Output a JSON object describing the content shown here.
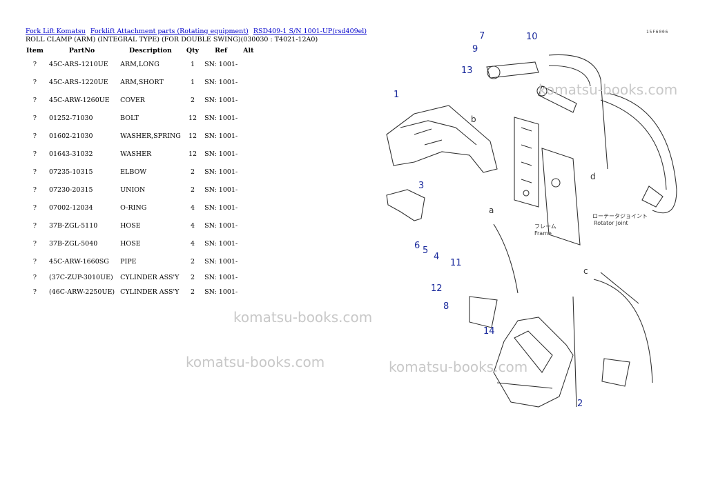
{
  "breadcrumb": {
    "link1": "Fork Lift Komatsu",
    "link2": "Forklift Attachment parts (Rotating equipment)",
    "link3": "RSD409-1 S/N 1001-UP(rsd409el)"
  },
  "subtitle": "ROLL CLAMP (ARM) (INTEGRAL TYPE) (FOR DOUBLE SWING)(030030 : T4021-12A0)",
  "table": {
    "headers": {
      "item": "Item",
      "partno": "PartNo",
      "description": "Description",
      "qty": "Qty",
      "ref": "Ref",
      "alt": "Alt"
    },
    "rows": [
      {
        "item": "?",
        "partno": "45C-ARS-1210UE",
        "description": "ARM,LONG",
        "qty": "1",
        "ref": "SN: 1001-"
      },
      {
        "item": "?",
        "partno": "45C-ARS-1220UE",
        "description": "ARM,SHORT",
        "qty": "1",
        "ref": "SN: 1001-"
      },
      {
        "item": "?",
        "partno": "45C-ARW-1260UE",
        "description": "COVER",
        "qty": "2",
        "ref": "SN: 1001-"
      },
      {
        "item": "?",
        "partno": "01252-71030",
        "description": "BOLT",
        "qty": "12",
        "ref": "SN: 1001-"
      },
      {
        "item": "?",
        "partno": "01602-21030",
        "description": "WASHER,SPRING",
        "qty": "12",
        "ref": "SN: 1001-"
      },
      {
        "item": "?",
        "partno": "01643-31032",
        "description": "WASHER",
        "qty": "12",
        "ref": "SN: 1001-"
      },
      {
        "item": "?",
        "partno": "07235-10315",
        "description": "ELBOW",
        "qty": "2",
        "ref": "SN: 1001-"
      },
      {
        "item": "?",
        "partno": "07230-20315",
        "description": "UNION",
        "qty": "2",
        "ref": "SN: 1001-"
      },
      {
        "item": "?",
        "partno": "07002-12034",
        "description": "O-RING",
        "qty": "4",
        "ref": "SN: 1001-"
      },
      {
        "item": "?",
        "partno": "37B-ZGL-5110",
        "description": "HOSE",
        "qty": "4",
        "ref": "SN: 1001-"
      },
      {
        "item": "?",
        "partno": "37B-ZGL-5040",
        "description": "HOSE",
        "qty": "4",
        "ref": "SN: 1001-"
      },
      {
        "item": "?",
        "partno": "45C-ARW-1660SG",
        "description": "PIPE",
        "qty": "2",
        "ref": "SN: 1001-"
      },
      {
        "item": "?",
        "partno": "(37C-ZUP-3010UE)",
        "description": "CYLINDER ASS'Y",
        "qty": "2",
        "ref": "SN: 1001-"
      },
      {
        "item": "?",
        "partno": "(46C-ARW-2250UE)",
        "description": "CYLINDER ASS'Y",
        "qty": "2",
        "ref": "SN: 1001-"
      }
    ]
  },
  "watermark": "komatsu-books.com",
  "diagram": {
    "code": "15F6006",
    "callouts": [
      "1",
      "2",
      "3",
      "4",
      "5",
      "6",
      "7",
      "8",
      "9",
      "10",
      "11",
      "12",
      "13",
      "14"
    ],
    "letters": [
      "a",
      "b",
      "c",
      "d"
    ],
    "frame_label": "Frame",
    "frame_label_jp": "フレーム",
    "joint_label": "Rotator Joint",
    "joint_label_jp": "ローテータジョイント"
  }
}
